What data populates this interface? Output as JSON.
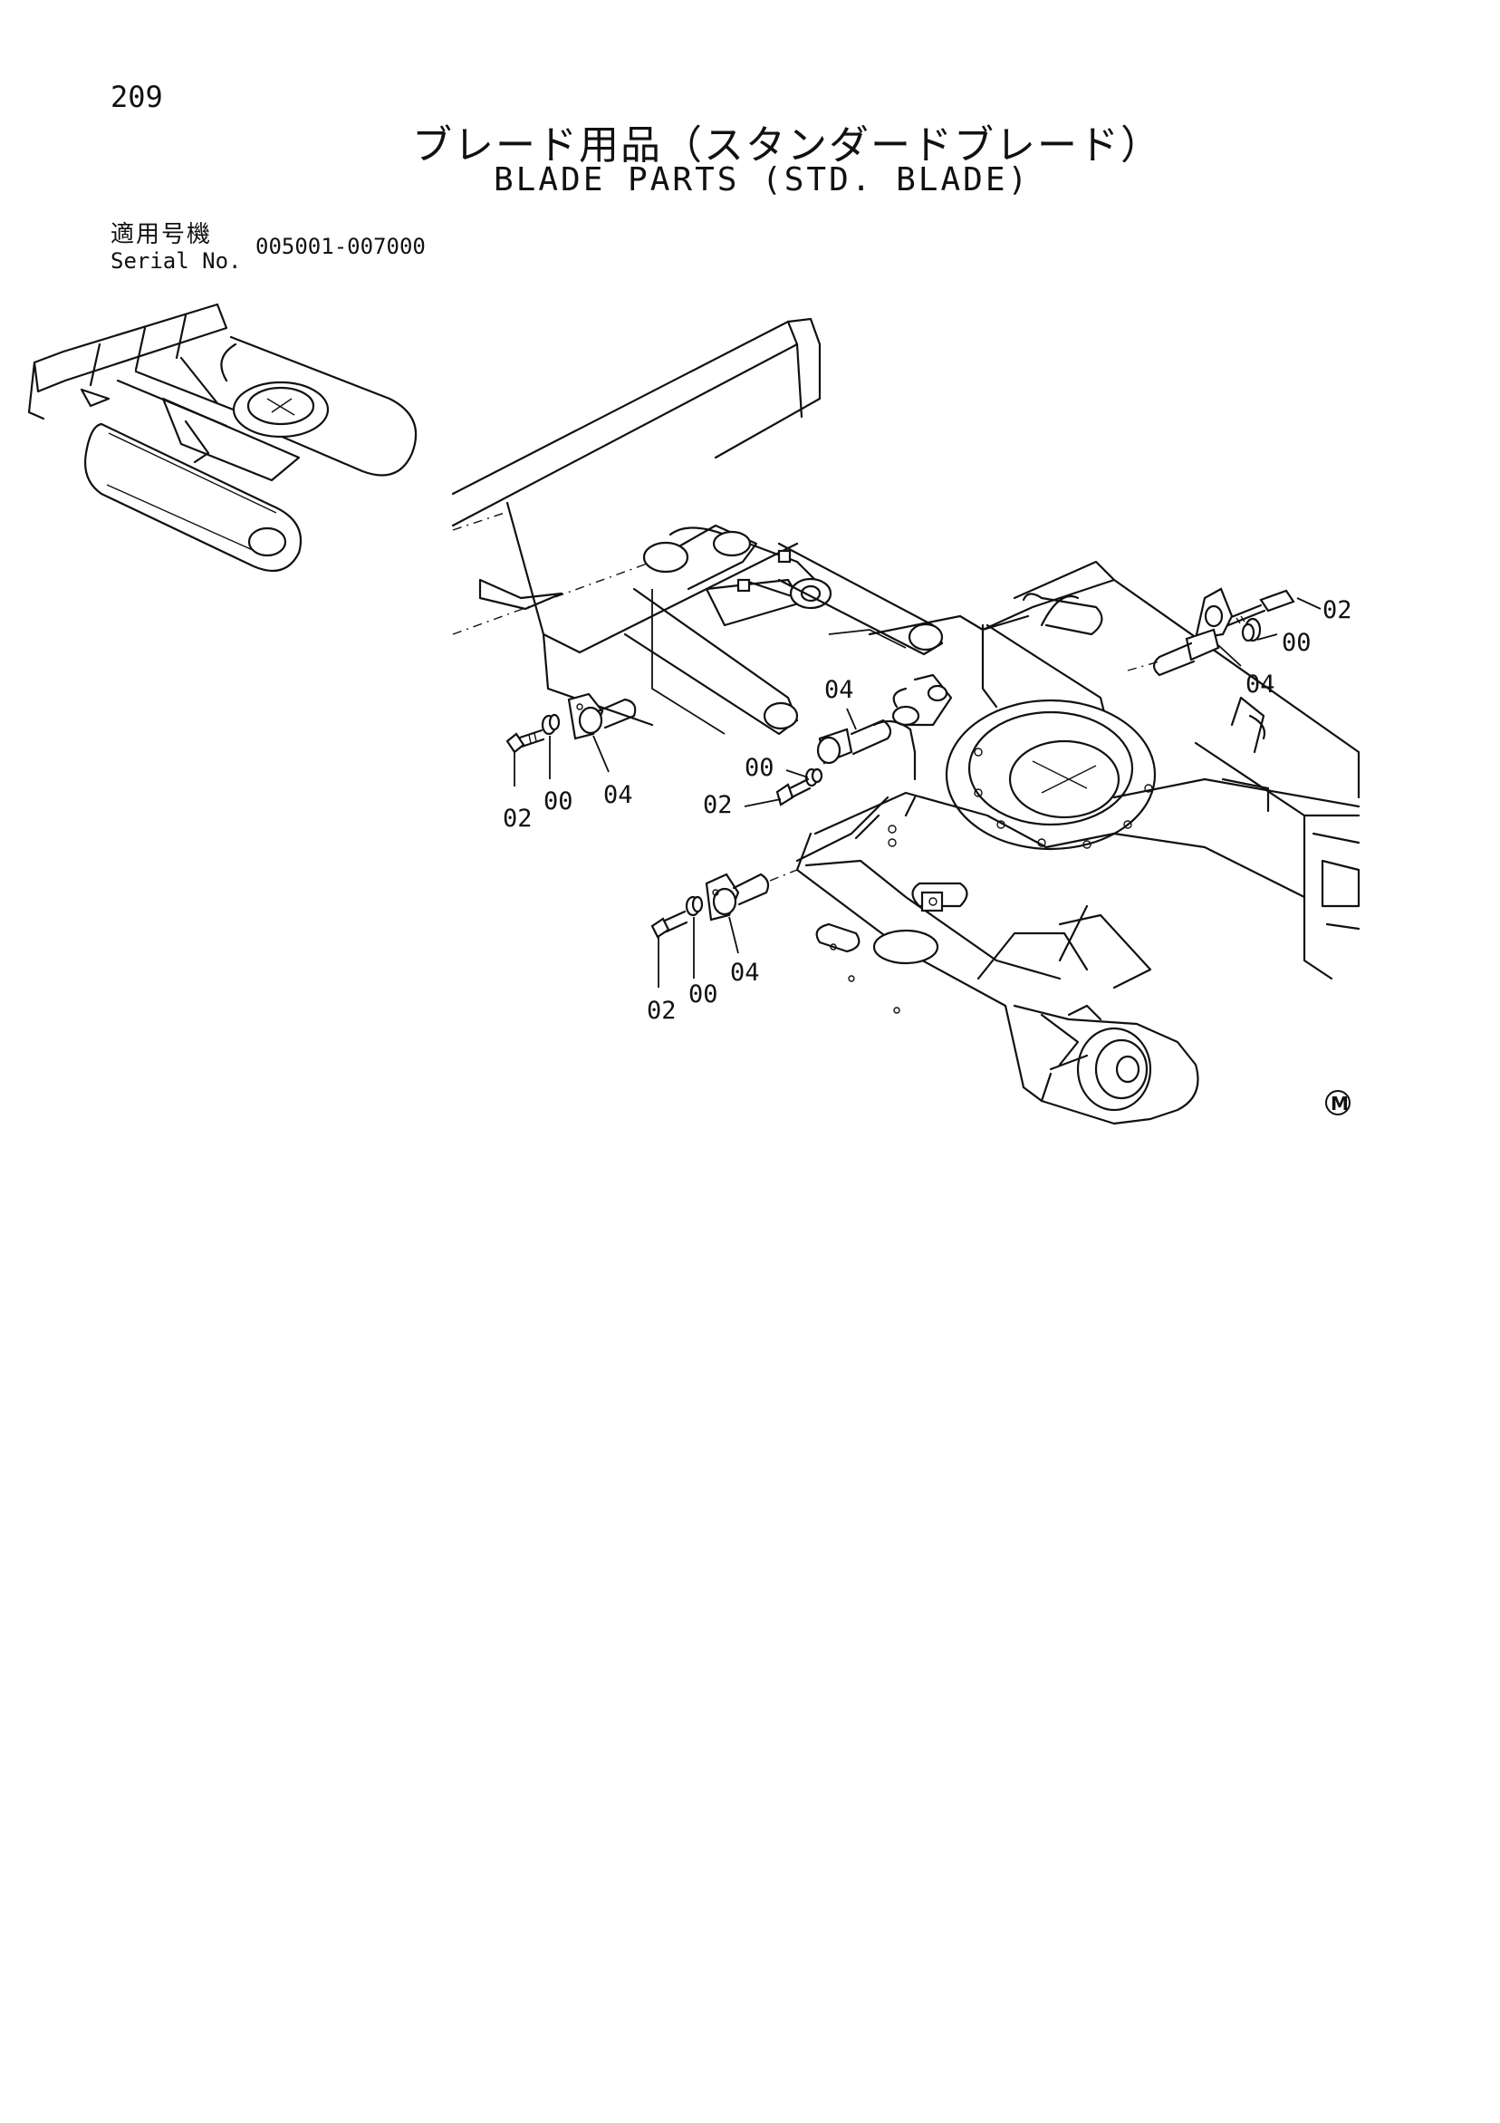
{
  "page": {
    "number": "209",
    "title_jp": "ブレード用品（スタンダードブレード）",
    "title_en": "BLADE PARTS (STD. BLADE)"
  },
  "serial": {
    "label_jp": "適用号機",
    "label_en": "Serial No.",
    "range": "005001-007000"
  },
  "callouts": {
    "right_bolt": "02",
    "right_washer": "00",
    "right_pin": "04",
    "center_pin": "04",
    "center_washer": "00",
    "center_bolt": "02",
    "left_bolt": "02",
    "left_washer": "00",
    "left_pin": "04",
    "bottom_pin": "04",
    "bottom_bolt": "02",
    "bottom_washer": "00"
  },
  "mark": "M"
}
